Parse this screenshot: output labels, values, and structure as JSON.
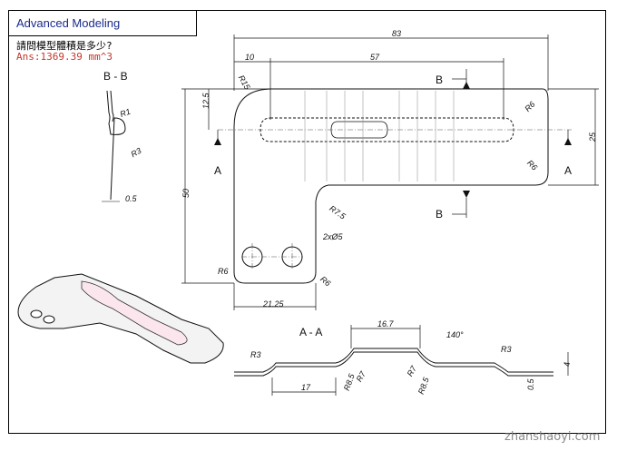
{
  "header": {
    "title": "Advanced Modeling",
    "question": "請問模型體積是多少?",
    "answer": "Ans:1369.39 mm^3"
  },
  "sections": {
    "bb": "B - B",
    "aa": "A - A",
    "a_left": "A",
    "a_right": "A",
    "b_top": "B",
    "b_bottom": "B"
  },
  "dims": {
    "d83": "83",
    "d57": "57",
    "d10": "10",
    "r15": "R15",
    "d12_5": "12.5",
    "d50": "50",
    "d25": "25",
    "r6_tr": "R6",
    "r6_br": "R6",
    "r7_5": "R7.5",
    "holes": "2xØ5",
    "r6_bl": "R6",
    "r6_bm": "R6",
    "d21_25": "21.25",
    "bb_r1": "R1",
    "bb_r3": "R3",
    "bb_0_5": "0.5",
    "aa_16_7": "16.7",
    "aa_140": "140°",
    "aa_r3_l": "R3",
    "aa_r3_r": "R3",
    "aa_r7_l": "R7",
    "aa_r7_r": "R7",
    "aa_r8_5_l": "R8.5",
    "aa_r8_5_r": "R8.5",
    "aa_17": "17",
    "aa_4": "4",
    "aa_0_5": "0.5"
  },
  "watermark": "zhanshaoyi.com"
}
